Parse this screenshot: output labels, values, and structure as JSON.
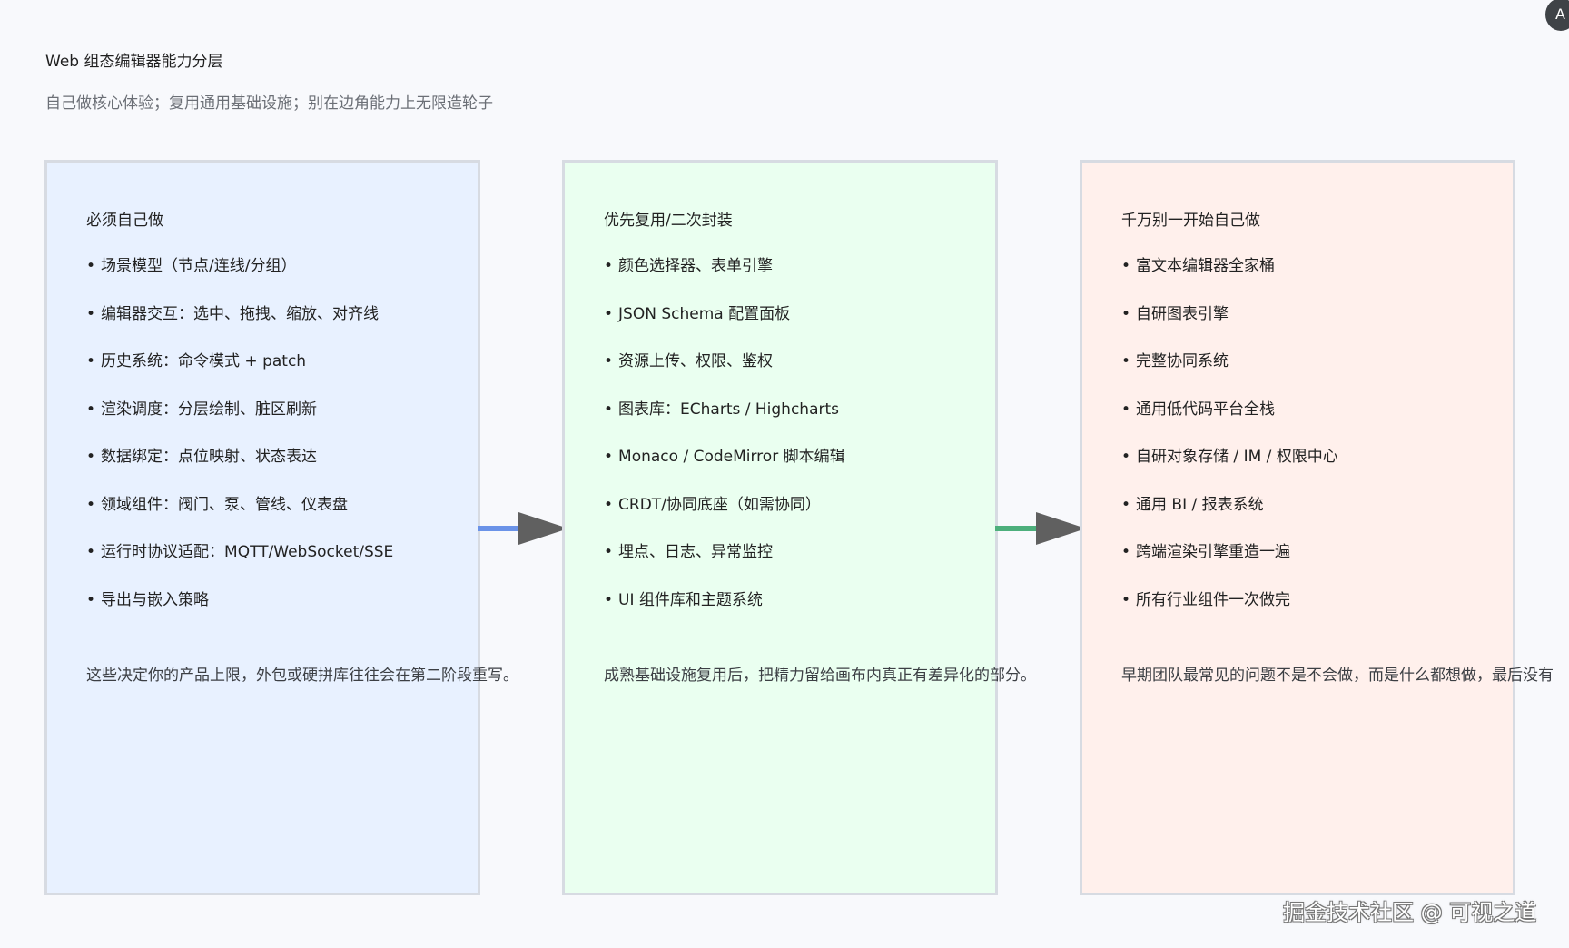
{
  "header": {
    "title": "Web 组态编辑器能力分层",
    "subtitle": "自己做核心体验；复用通用基础设施；别在边角能力上无限造轮子"
  },
  "columns": [
    {
      "heading": "必须自己做",
      "items": [
        "场景模型（节点/连线/分组）",
        "编辑器交互：选中、拖拽、缩放、对齐线",
        "历史系统：命令模式 + patch",
        "渲染调度：分层绘制、脏区刷新",
        "数据绑定：点位映射、状态表达",
        "领域组件：阀门、泵、管线、仪表盘",
        "运行时协议适配：MQTT/WebSocket/SSE",
        "导出与嵌入策略"
      ],
      "note": "这些决定你的产品上限，外包或硬拼库往往会在第二阶段重写。",
      "background": "#e8f1ff"
    },
    {
      "heading": "优先复用/二次封装",
      "items": [
        "颜色选择器、表单引擎",
        "JSON Schema 配置面板",
        "资源上传、权限、鉴权",
        "图表库：ECharts / Highcharts",
        "Monaco / CodeMirror 脚本编辑",
        "CRDT/协同底座（如需协同）",
        "埋点、日志、异常监控",
        "UI 组件库和主题系统"
      ],
      "note": "成熟基础设施复用后，把精力留给画布内真正有差异化的部分。",
      "background": "#eafff0"
    },
    {
      "heading": "千万别一开始自己做",
      "items": [
        "富文本编辑器全家桶",
        "自研图表引擎",
        "完整协同系统",
        "通用低代码平台全栈",
        "自研对象存储 / IM / 权限中心",
        "通用 BI / 报表系统",
        "跨端渲染引擎重造一遍",
        "所有行业组件一次做完"
      ],
      "note": "早期团队最常见的问题不是不会做，而是什么都想做，最后没有",
      "background": "#fff0ec"
    }
  ],
  "bullet": "•",
  "arrows": [
    {
      "color": "#6b93e8",
      "head_color": "#606060"
    },
    {
      "color": "#4daf7c",
      "head_color": "#606060"
    }
  ],
  "badge_glyph": "A",
  "watermark": "掘金技术社区 @ 可视之道"
}
